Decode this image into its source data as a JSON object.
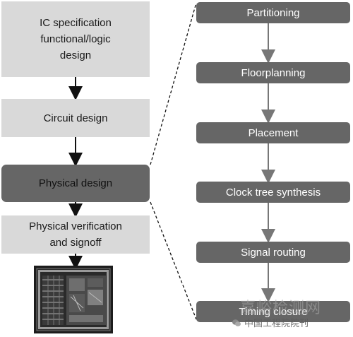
{
  "left_steps": [
    {
      "label": "IC specification\nfunctional/logic\ndesign"
    },
    {
      "label": "Circuit design"
    },
    {
      "label": "Physical design"
    },
    {
      "label": "Physical verification\nand signoff"
    }
  ],
  "right_steps": [
    {
      "label": "Partitioning"
    },
    {
      "label": "Floorplanning"
    },
    {
      "label": "Placement"
    },
    {
      "label": "Clock tree synthesis"
    },
    {
      "label": "Signal routing"
    },
    {
      "label": "Timing closure"
    }
  ],
  "chip_image": {
    "icon": "chip-die-photo"
  },
  "watermark": {
    "main": "嘉峪检测网",
    "sub": "中国工程院院刊",
    "icon": "wechat-icon"
  },
  "colors": {
    "light_box": "#d9d9d9",
    "dark_box": "#666666",
    "arrow": "#111111"
  }
}
